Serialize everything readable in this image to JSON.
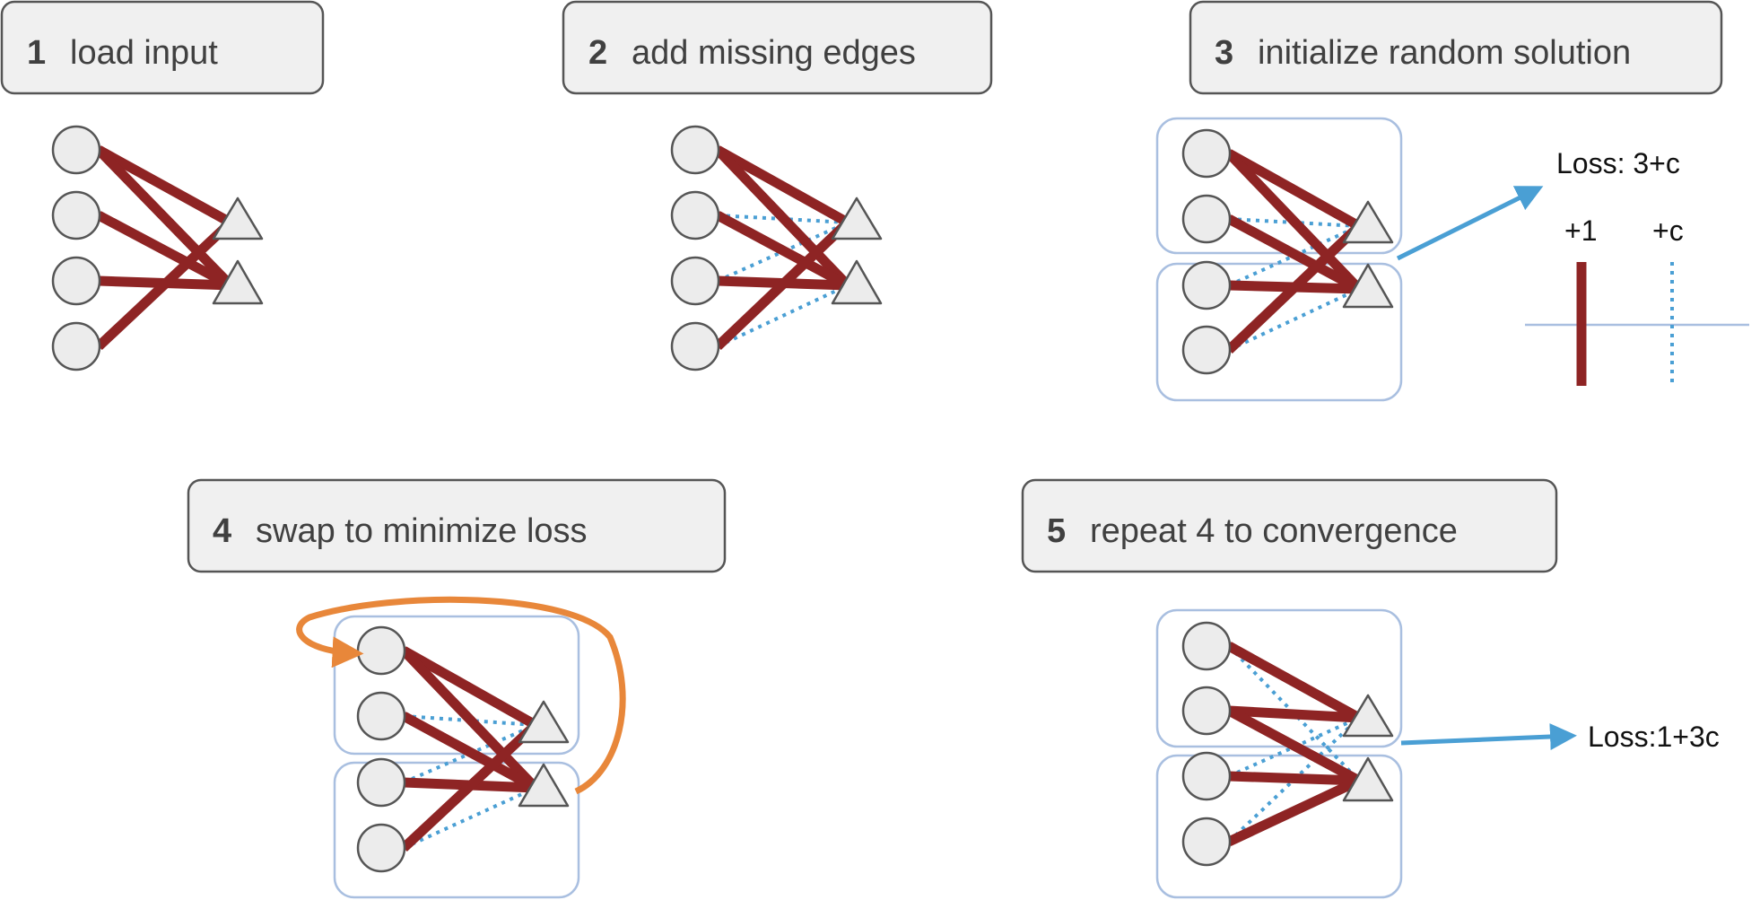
{
  "steps": [
    {
      "number": "1",
      "label": "load input"
    },
    {
      "number": "2",
      "label": "add missing edges"
    },
    {
      "number": "3",
      "label": "initialize random solution"
    },
    {
      "number": "4",
      "label": "swap to minimize loss"
    },
    {
      "number": "5",
      "label": "repeat 4 to convergence"
    }
  ],
  "loss_step3": "Loss: 3+c",
  "loss_step5": "Loss:1+3c",
  "legend": {
    "solid_label": "+1",
    "dotted_label": "+c"
  },
  "colors": {
    "solid_edge": "#8e2424",
    "dotted_edge": "#4a9fd4",
    "loss_arrow": "#4a9fd4",
    "swap_arrow": "#e8873a",
    "group_box": "#a9bfe0"
  }
}
